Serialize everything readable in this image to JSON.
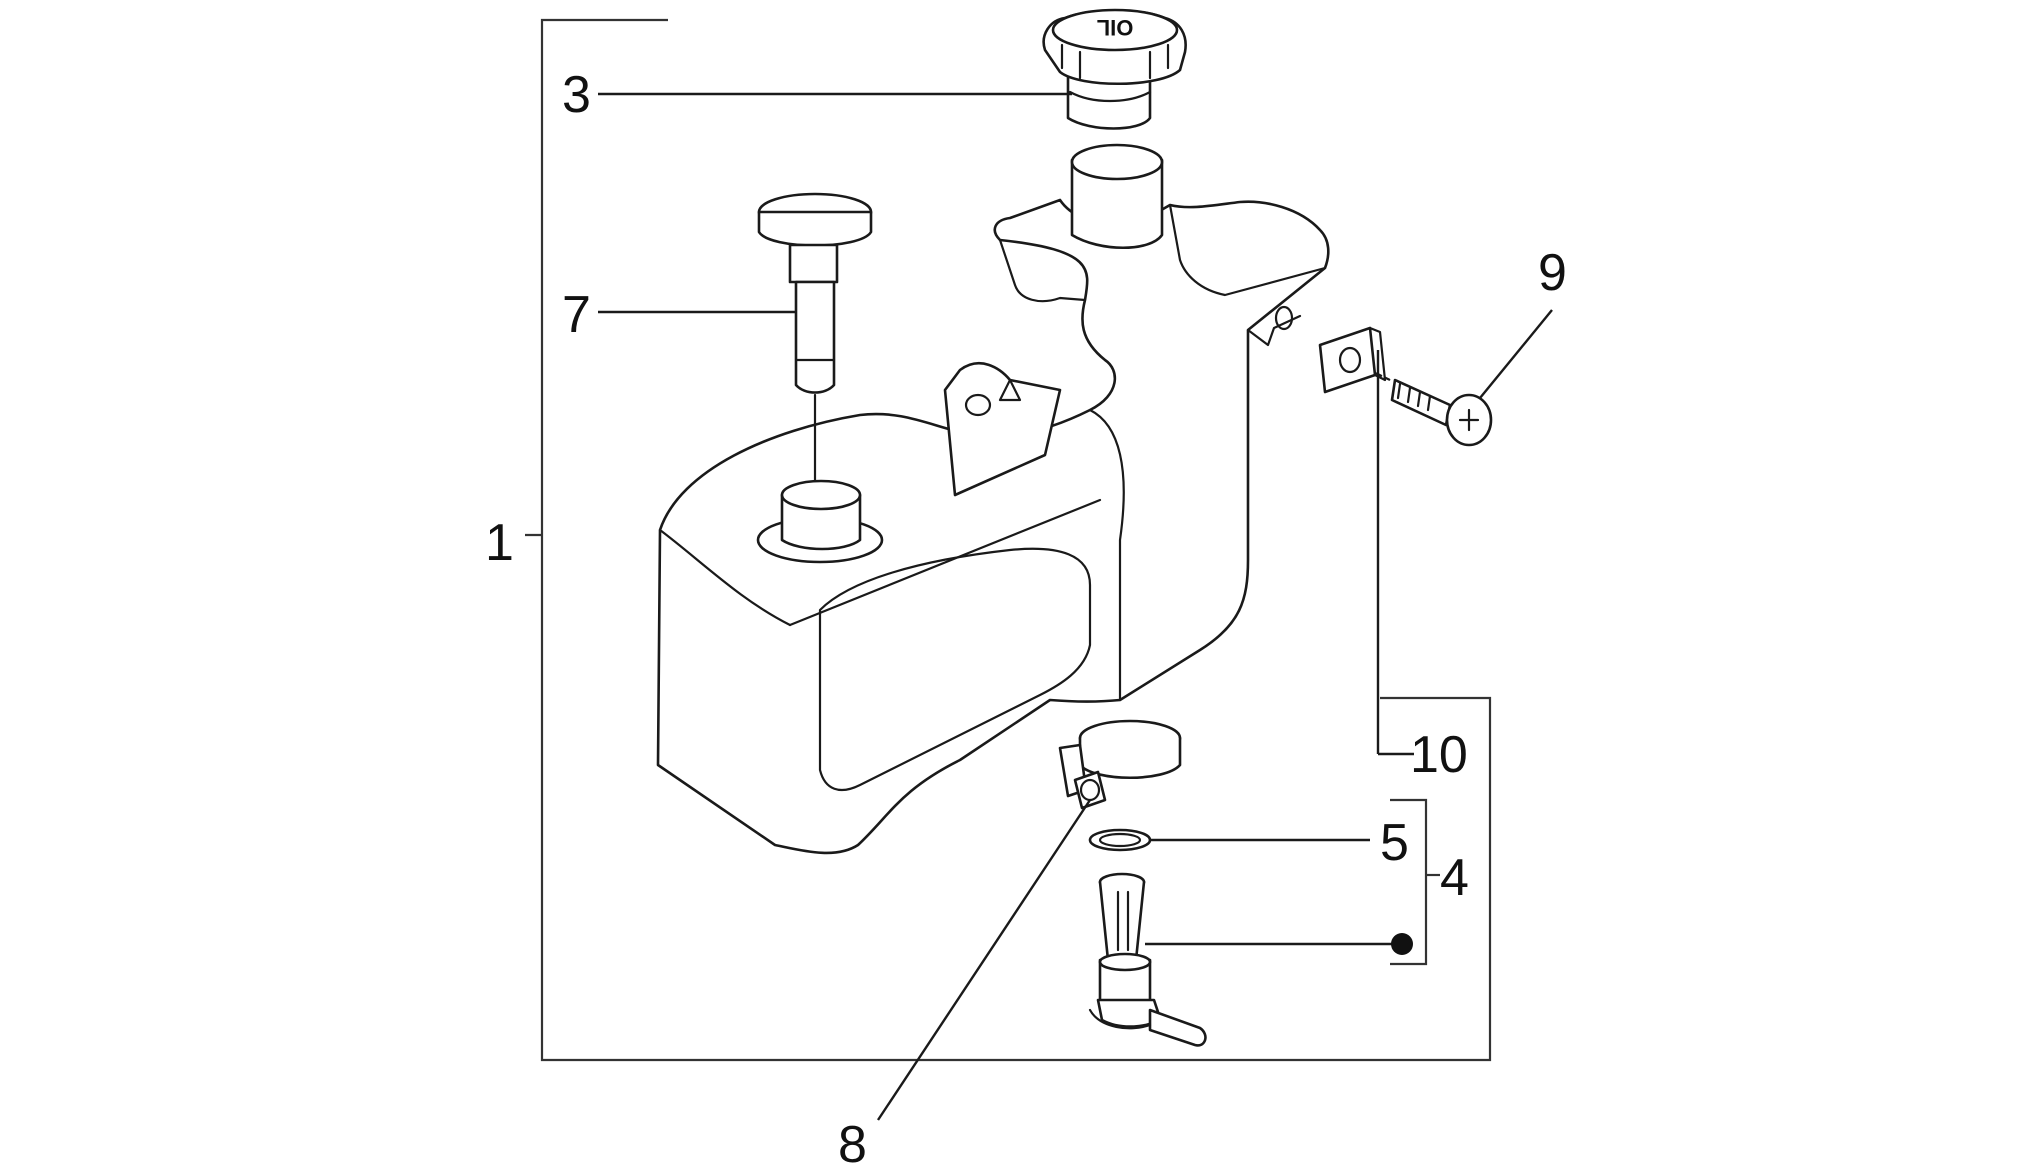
{
  "callouts": {
    "c1": "1",
    "c3": "3",
    "c4": "4",
    "c5": "5",
    "c7": "7",
    "c8": "8",
    "c9": "9",
    "c10": "10"
  },
  "cap_text": "OIL"
}
